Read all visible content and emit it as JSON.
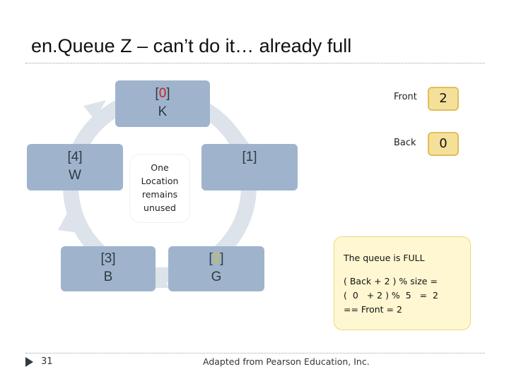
{
  "title": "en.Queue Z – can’t do it… already full",
  "nodes": {
    "n0": {
      "index_open": "[",
      "index": "0",
      "index_close": "]",
      "value": "K"
    },
    "n1": {
      "index": "[1]",
      "value": ""
    },
    "n2": {
      "index_open": "[",
      "index": "2",
      "index_close": "]",
      "value": "G"
    },
    "n3": {
      "index": "[3]",
      "value": "B"
    },
    "n4": {
      "index": "[4]",
      "value": "W"
    }
  },
  "center_note": [
    "One",
    "Location",
    "remains",
    "unused"
  ],
  "pointers": {
    "front_label": "Front",
    "front_value": "2",
    "back_label": "Back",
    "back_value": "0"
  },
  "note": {
    "line1": "The queue is FULL",
    "line2": "( Back + 2 ) % size =",
    "line3": "(  0   + 2 ) %  5   =  2",
    "line4": "== Front = 2"
  },
  "footer": {
    "slide_number": "31",
    "source": "Adapted from Pearson Education, Inc."
  },
  "colors": {
    "node_fill": "#9fb4cc",
    "ring": "#dde3ea",
    "value_box": "#f5e09a",
    "note_fill": "#fff7d1",
    "index_highlight_red": "#d11d1d",
    "index_highlight_yellow": "#d8c31a"
  }
}
